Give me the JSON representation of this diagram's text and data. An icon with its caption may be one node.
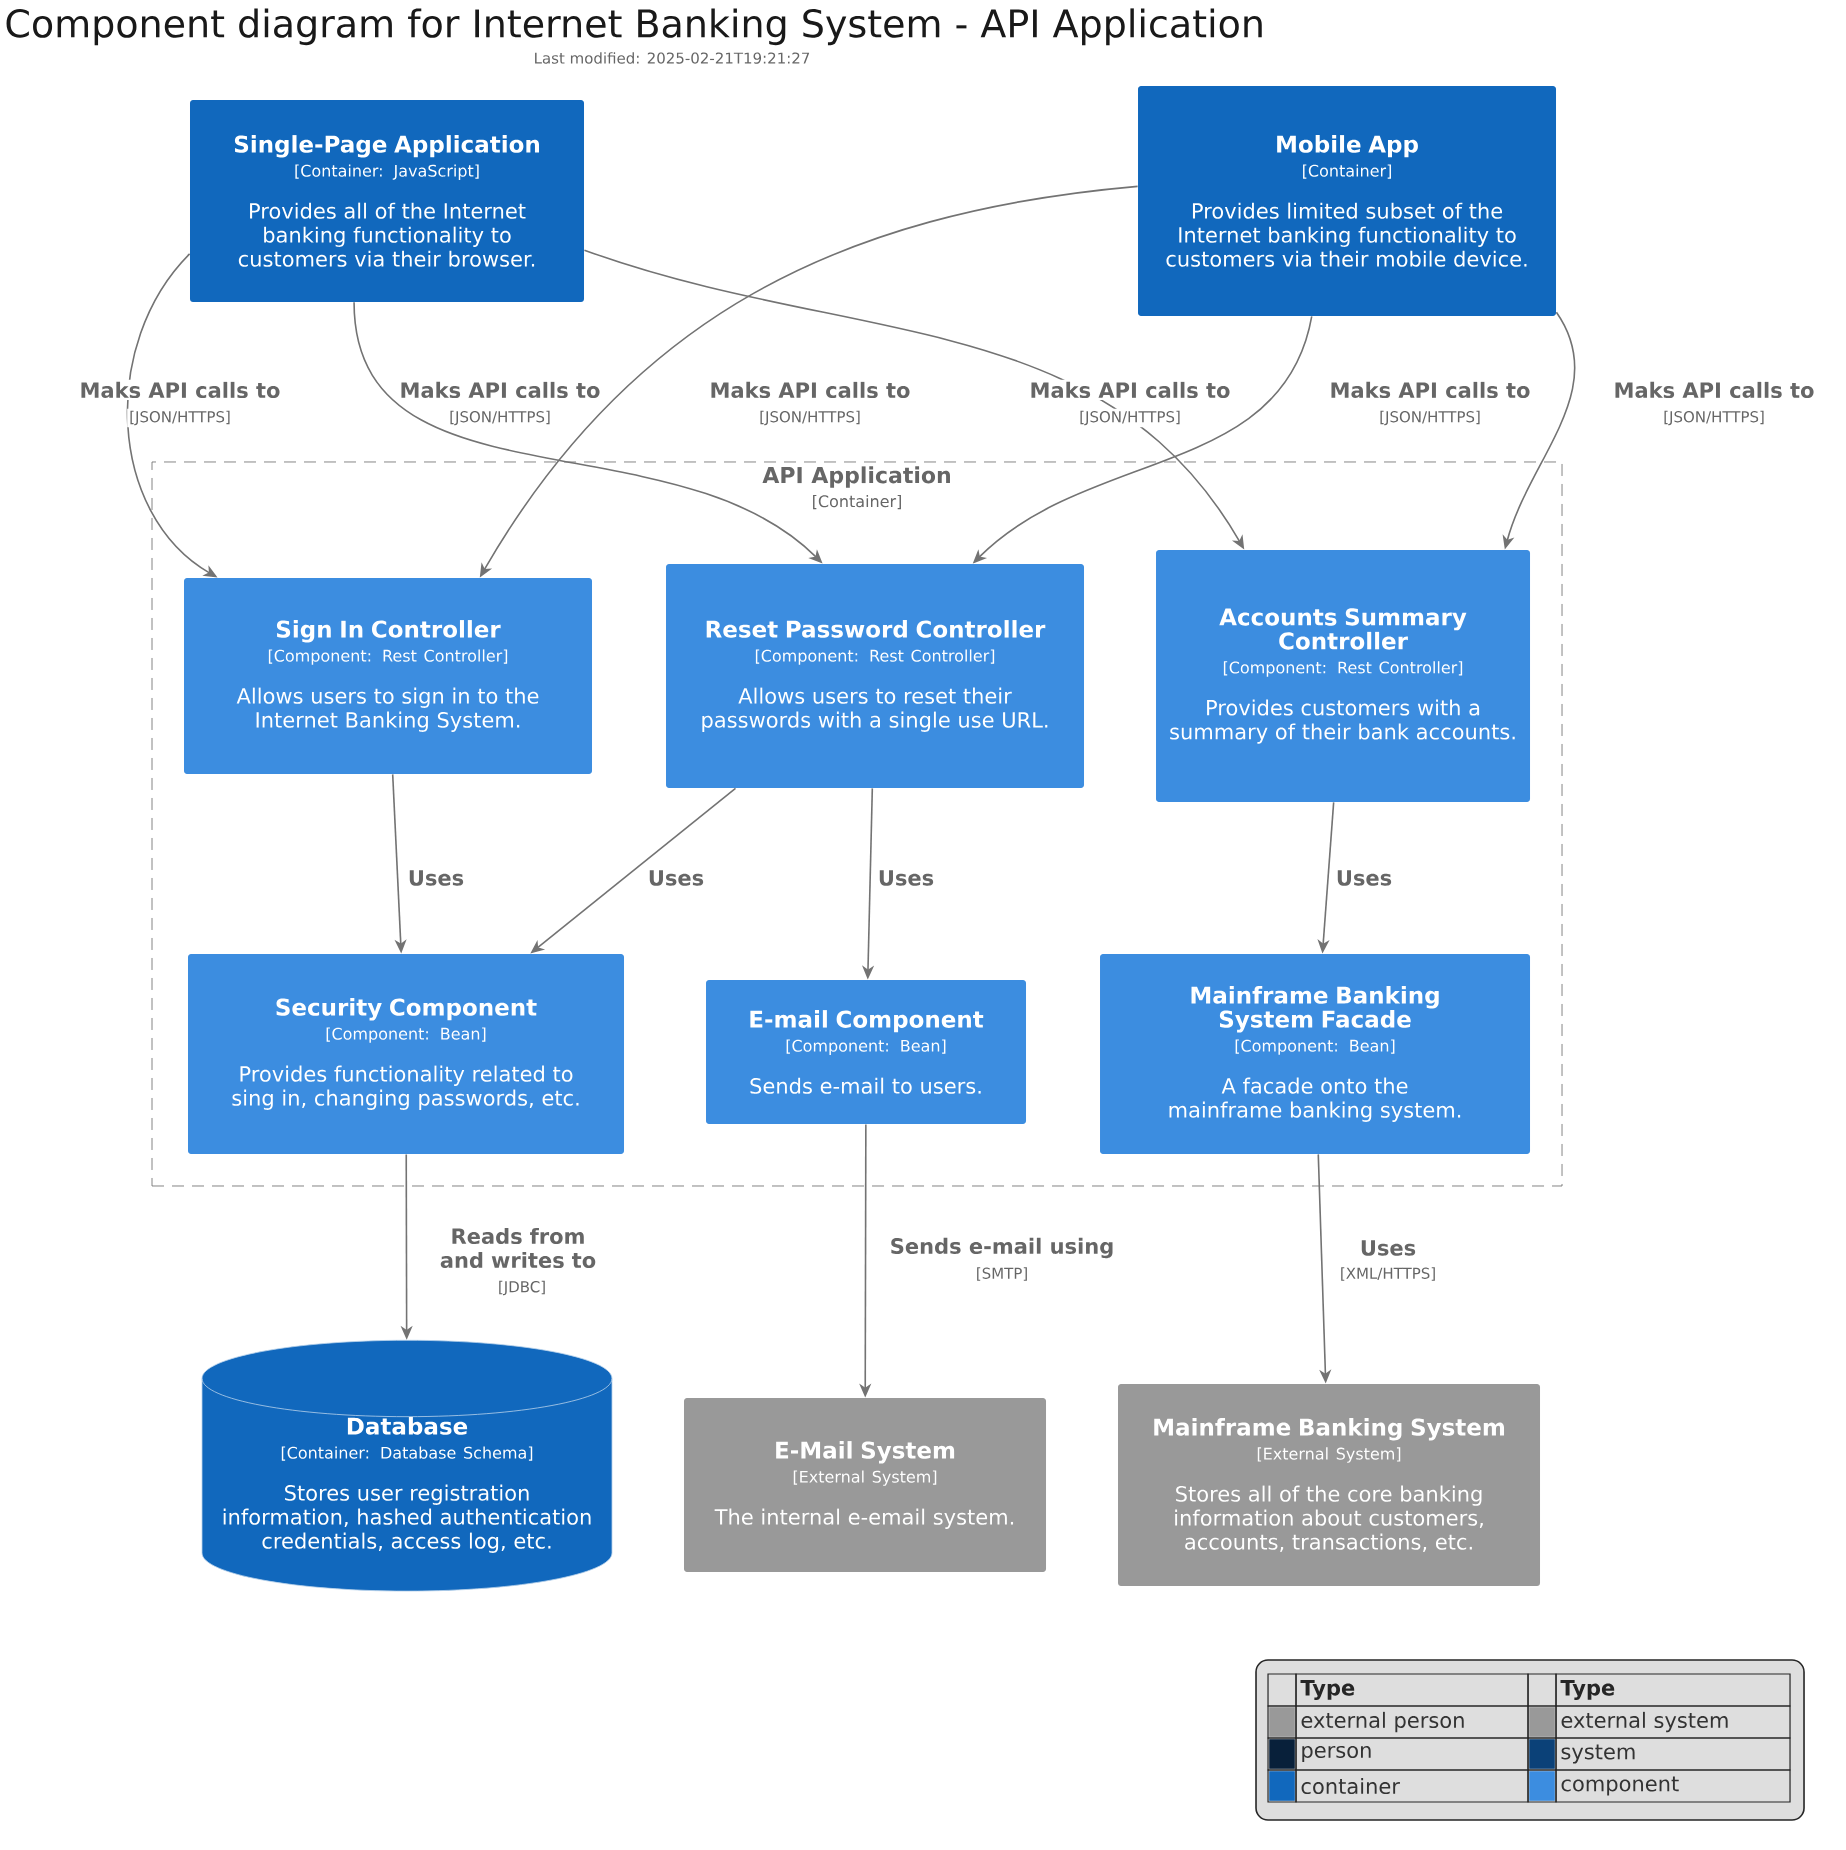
{
  "diagram": {
    "title": "Component diagram for Internet Banking System - API Application",
    "nodes": [
      {
        "text": [
          "Single-Page Application",
          "[Container: JavaScript]",
          "Provides all of the Internet banking functionality to customers via their browser."
        ]
      },
      {
        "text": [
          "Mobile App",
          "[Container]",
          "Provides limited subset of the Internet banking functionality to customers via their mobile device."
        ]
      },
      {
        "text": [
          "API Application",
          "[Container]"
        ]
      },
      {
        "text": [
          "Sign In Controller",
          "[Component: Rest Controller]",
          "Allows users to sign in to the Internet Banking System."
        ],
        "in": 2
      },
      {
        "text": [
          "Reset Password Controller",
          "[Component: Rest Controller]",
          "Allows users to reset their passwords with a single use URL."
        ],
        "in": 2
      },
      {
        "text": [
          "Accounts Summary Controller",
          "[Component: Rest Controller]",
          "Provides customers with a summary of their bank accounts."
        ],
        "in": 2
      },
      {
        "text": [
          "Security Component",
          "[Component: Bean]",
          "Provides functionality related to sing in, changing passwords, etc."
        ],
        "in": 2
      },
      {
        "text": [
          "E-mail Component",
          "[Component: Bean]",
          "Sends e-mail to users."
        ],
        "in": 2
      },
      {
        "text": [
          "Mainframe Banking System Facade",
          "[Component: Bean]",
          "A facade onto the mainframe banking system."
        ],
        "in": 2
      },
      {
        "text": [
          "Database",
          "[Container: Database Schema]",
          "Stores user registration information, hashed authentication credentials, access log, etc."
        ]
      },
      {
        "text": [
          "E-Mail System",
          "[External System]",
          "The internal e-email system."
        ]
      },
      {
        "text": [
          "Mainframe Banking System",
          "[External System]",
          "Stores all of the core banking information about customers, accounts, transactions, etc."
        ]
      }
    ],
    "edges": [
      {
        "from": 0,
        "to": 3,
        "arrow": "to",
        "label": "Maks API calls to"
      },
      {
        "from": 0,
        "to": 4,
        "arrow": "to",
        "label": "Maks API calls to"
      },
      {
        "from": 1,
        "to": 3,
        "arrow": "to",
        "label": "Maks API calls to"
      },
      {
        "from": 0,
        "to": 5,
        "arrow": "to",
        "label": "Maks API calls to"
      },
      {
        "from": 1,
        "to": 4,
        "arrow": "to",
        "label": "Maks API calls to"
      },
      {
        "from": 1,
        "to": 5,
        "arrow": "to",
        "label": "Maks API calls to"
      },
      {
        "from": 3,
        "to": 6,
        "arrow": "to",
        "label": "Uses"
      },
      {
        "from": 4,
        "to": 6,
        "arrow": "to",
        "label": "Uses"
      },
      {
        "from": 4,
        "to": 7,
        "arrow": "to",
        "label": "Uses"
      },
      {
        "from": 5,
        "to": 8,
        "arrow": "to",
        "label": "Uses"
      },
      {
        "from": 6,
        "to": 9,
        "arrow": "to",
        "label": "Reads from and writes to"
      },
      {
        "from": 7,
        "to": 10,
        "arrow": "to",
        "label": "Sends e-mail using"
      },
      {
        "from": 8,
        "to": 11,
        "arrow": "to",
        "label": "Uses"
      }
    ],
    "labels": [
      "Last modified: 2025-02-21T19:21:27",
      "[JSON/HTTPS]",
      "[JSON/HTTPS]",
      "[JSON/HTTPS]",
      "[JSON/HTTPS]",
      "[JSON/HTTPS]",
      "[JSON/HTTPS]",
      "[JDBC]",
      "[SMTP]",
      "[XML/HTTPS]",
      "Type",
      "Type"
    ],
    "legend": [
      {
        "text": "external person",
        "color": "#999999"
      },
      {
        "text": "external system",
        "color": "#999999"
      },
      {
        "text": "person",
        "color": "#08203a"
      },
      {
        "text": "system",
        "color": "#0b4178"
      },
      {
        "text": "container",
        "color": "#1168bd"
      },
      {
        "text": "component",
        "color": "#3c8de0"
      }
    ]
  }
}
